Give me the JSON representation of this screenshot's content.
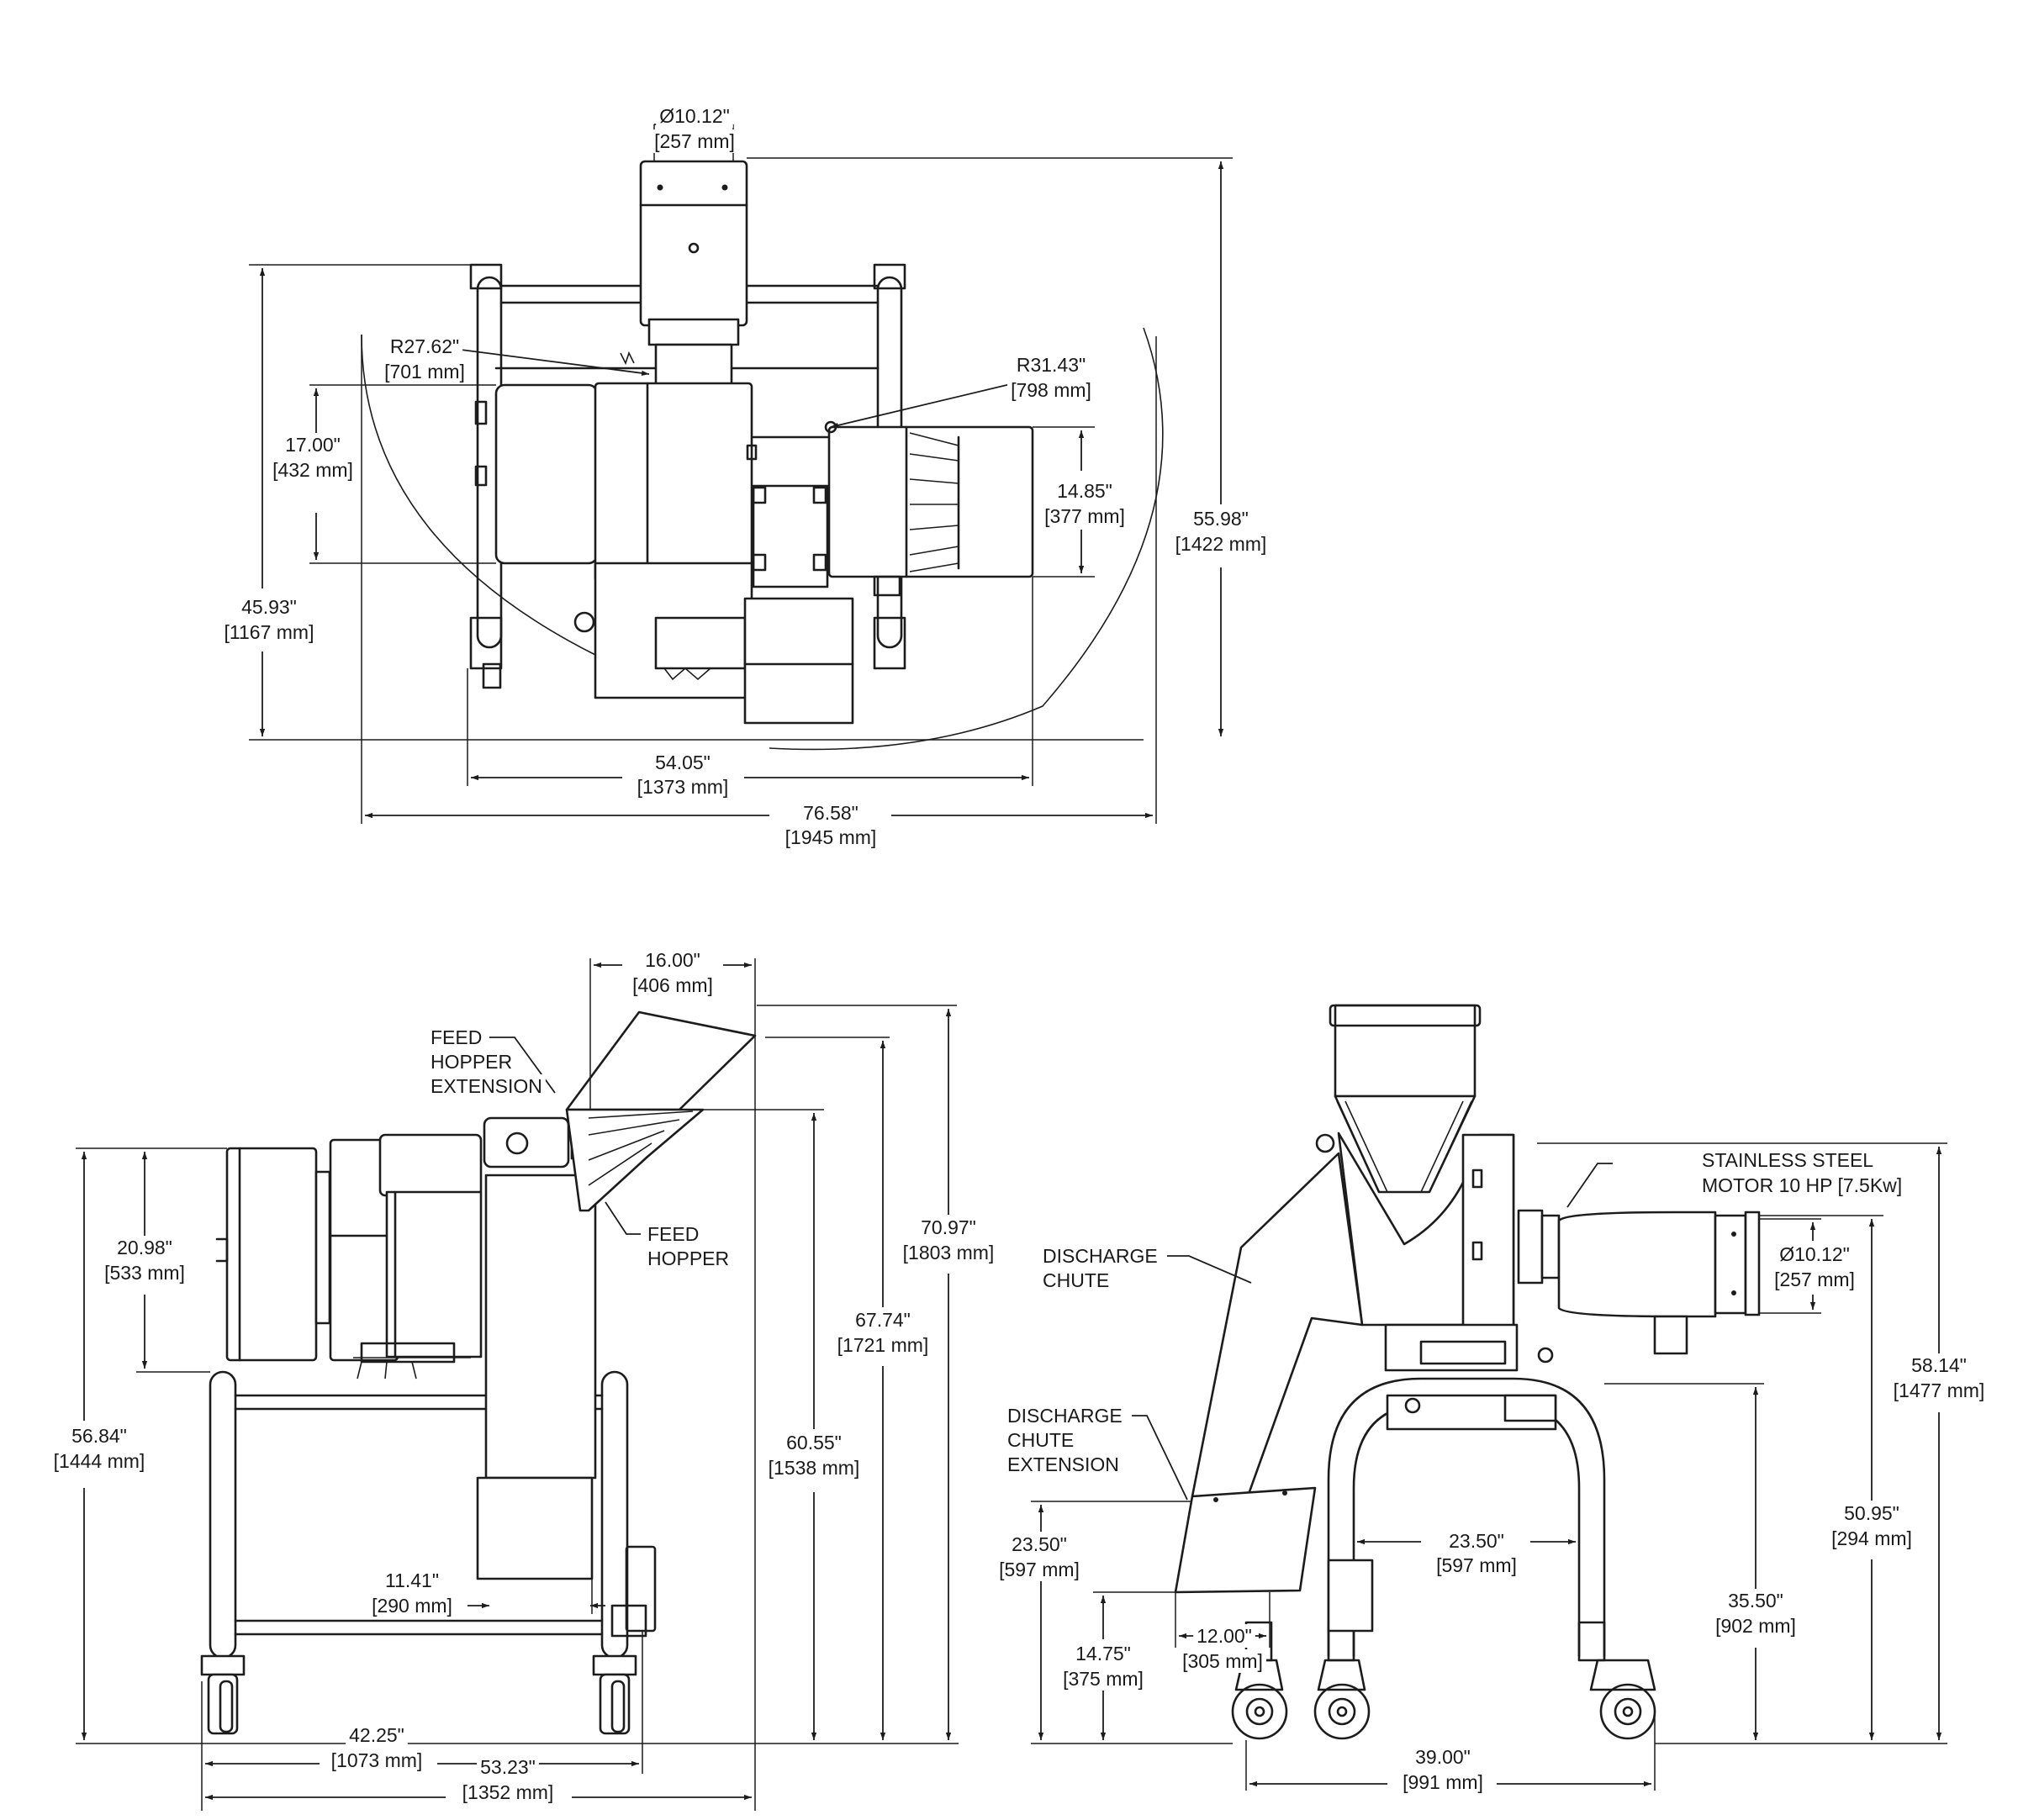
{
  "top_view": {
    "outlet_dia_in": "Ø10.12\"",
    "outlet_dia_mm": "[257 mm]",
    "r1_in": "R27.62\"",
    "r1_mm": "[701 mm]",
    "r2_in": "R31.43\"",
    "r2_mm": "[798 mm]",
    "d17_in": "17.00\"",
    "d17_mm": "[432 mm]",
    "d1485_in": "14.85\"",
    "d1485_mm": "[377 mm]",
    "d4593_in": "45.93\"",
    "d4593_mm": "[1167 mm]",
    "d5598_in": "55.98\"",
    "d5598_mm": "[1422 mm]",
    "d5405_in": "54.05\"",
    "d5405_mm": "[1373 mm]",
    "d7658_in": "76.58\"",
    "d7658_mm": "[1945 mm]"
  },
  "side_view": {
    "d16_in": "16.00\"",
    "d16_mm": "[406 mm]",
    "feed_ext_l1": "FEED",
    "feed_ext_l2": "HOPPER",
    "feed_ext_l3": "EXTENSION",
    "feed_l1": "FEED",
    "feed_l2": "HOPPER",
    "d2098_in": "20.98\"",
    "d2098_mm": "[533 mm]",
    "d5684_in": "56.84\"",
    "d5684_mm": "[1444 mm]",
    "d1141_in": "11.41\"",
    "d1141_mm": "[290 mm]",
    "d6055_in": "60.55\"",
    "d6055_mm": "[1538 mm]",
    "d6774_in": "67.74\"",
    "d6774_mm": "[1721 mm]",
    "d7097_in": "70.97\"",
    "d7097_mm": "[1803 mm]",
    "d4225_in": "42.25\"",
    "d4225_mm": "[1073 mm]",
    "d5323_in": "53.23\"",
    "d5323_mm": "[1352 mm]"
  },
  "front_view": {
    "motor_l1": "STAINLESS STEEL",
    "motor_l2": "MOTOR 10 HP [7.5Kw]",
    "discharge_l1": "DISCHARGE",
    "discharge_l2": "CHUTE",
    "dce_l1": "DISCHARGE",
    "dce_l2": "CHUTE",
    "dce_l3": "EXTENSION",
    "motor_dia_in": "Ø10.12\"",
    "motor_dia_mm": "[257 mm]",
    "d5814_in": "58.14\"",
    "d5814_mm": "[1477 mm]",
    "d5095_in": "50.95\"",
    "d5095_mm": "[294 mm]",
    "d3550_in": "35.50\"",
    "d3550_mm": "[902 mm]",
    "d2350a_in": "23.50\"",
    "d2350a_mm": "[597 mm]",
    "d2350b_in": "23.50\"",
    "d2350b_mm": "[597 mm]",
    "d1475_in": "14.75\"",
    "d1475_mm": "[375 mm]",
    "d1200_in": "12.00\"",
    "d1200_mm": "[305 mm]",
    "d3900_in": "39.00\"",
    "d3900_mm": "[991 mm]"
  }
}
